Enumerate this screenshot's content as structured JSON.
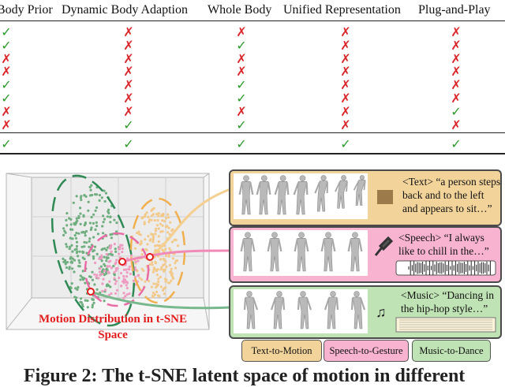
{
  "table": {
    "headers": [
      "Body Prior",
      "Dynamic Body Adaption",
      "Whole Body",
      "Unified Representation",
      "Plug-and-Play"
    ],
    "rows": [
      [
        "✓",
        "✗",
        "✗",
        "✗",
        "✗"
      ],
      [
        "✓",
        "✗",
        "✓",
        "✗",
        "✗"
      ],
      [
        "✗",
        "✗",
        "✗",
        "✗",
        "✗"
      ],
      [
        "✗",
        "✗",
        "✗",
        "✗",
        "✗"
      ],
      [
        "✓",
        "✗",
        "✓",
        "✗",
        "✗"
      ],
      [
        "✓",
        "✗",
        "✓",
        "✗",
        "✗"
      ],
      [
        "✗",
        "✗",
        "✗",
        "✗",
        "✓"
      ],
      [
        "✗",
        "✓",
        "✓",
        "✗",
        "✗"
      ]
    ],
    "final_row": [
      "✓",
      "✓",
      "✓",
      "✓",
      "✓"
    ]
  },
  "figure": {
    "distribution_label": "Motion Distribution in t-SNE Space",
    "text_panel": {
      "text": "<Text> “a person steps back and to the left and appears to sit…”",
      "color": "#f2d49b"
    },
    "speech_panel": {
      "text": "<Speech> “I always like to chill in the…”",
      "color": "#f7b3cf"
    },
    "music_panel": {
      "text": "<Music> “Dancing in the hip-hop style…”",
      "color": "#bfe3b4"
    },
    "tags": [
      {
        "label": "Text-to-Motion",
        "color": "#f2d49b"
      },
      {
        "label": "Speech-to-Gesture",
        "color": "#f7b3cf"
      },
      {
        "label": "Music-to-Dance",
        "color": "#bfe3b4"
      }
    ],
    "caption": "Figure 2: The t-SNE latent space of motion in different"
  }
}
